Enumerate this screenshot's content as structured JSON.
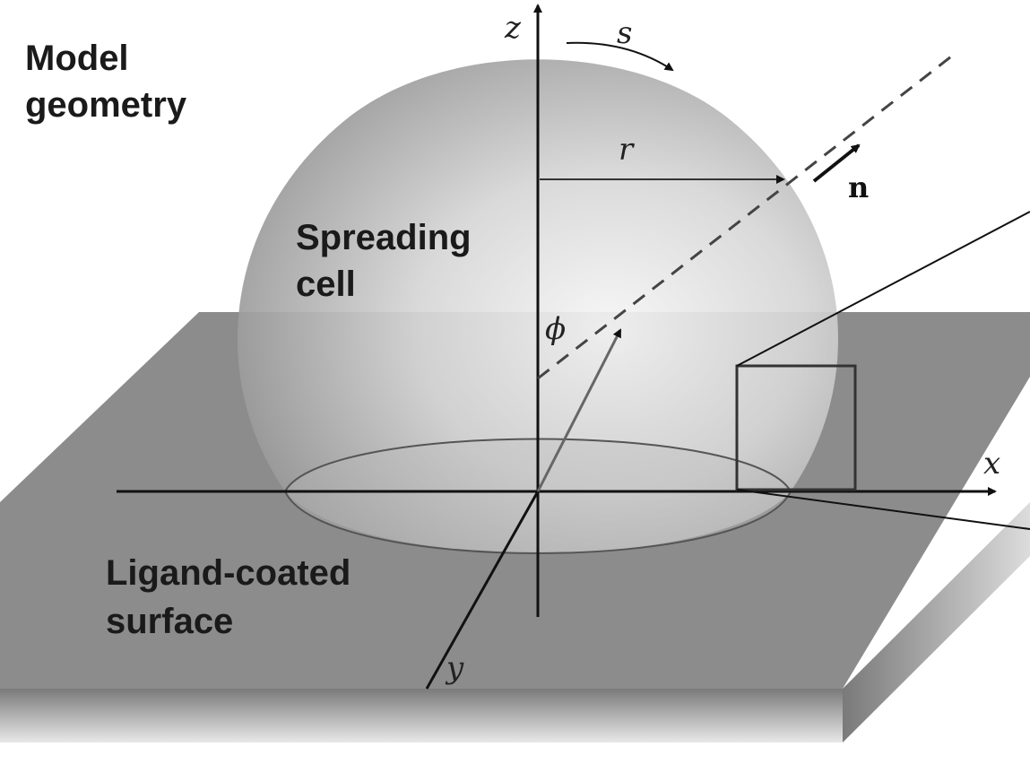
{
  "title": {
    "line1": "Model",
    "line2": "geometry"
  },
  "cell_label": {
    "line1": "Spreading",
    "line2": "cell"
  },
  "surface_label": {
    "line1": "Ligand-coated",
    "line2": "surface"
  },
  "symbols": {
    "z": "z",
    "s": "s",
    "r": "r",
    "n": "n",
    "phi": "ϕ",
    "x": "x",
    "y": "y"
  },
  "colors": {
    "surface_top": "#8c8c8c",
    "surface_edge": "#6e6e6e",
    "cell_highlight": "#f4f4f4",
    "cell_shadow": "#8a8a8a",
    "axis": "#111111"
  }
}
